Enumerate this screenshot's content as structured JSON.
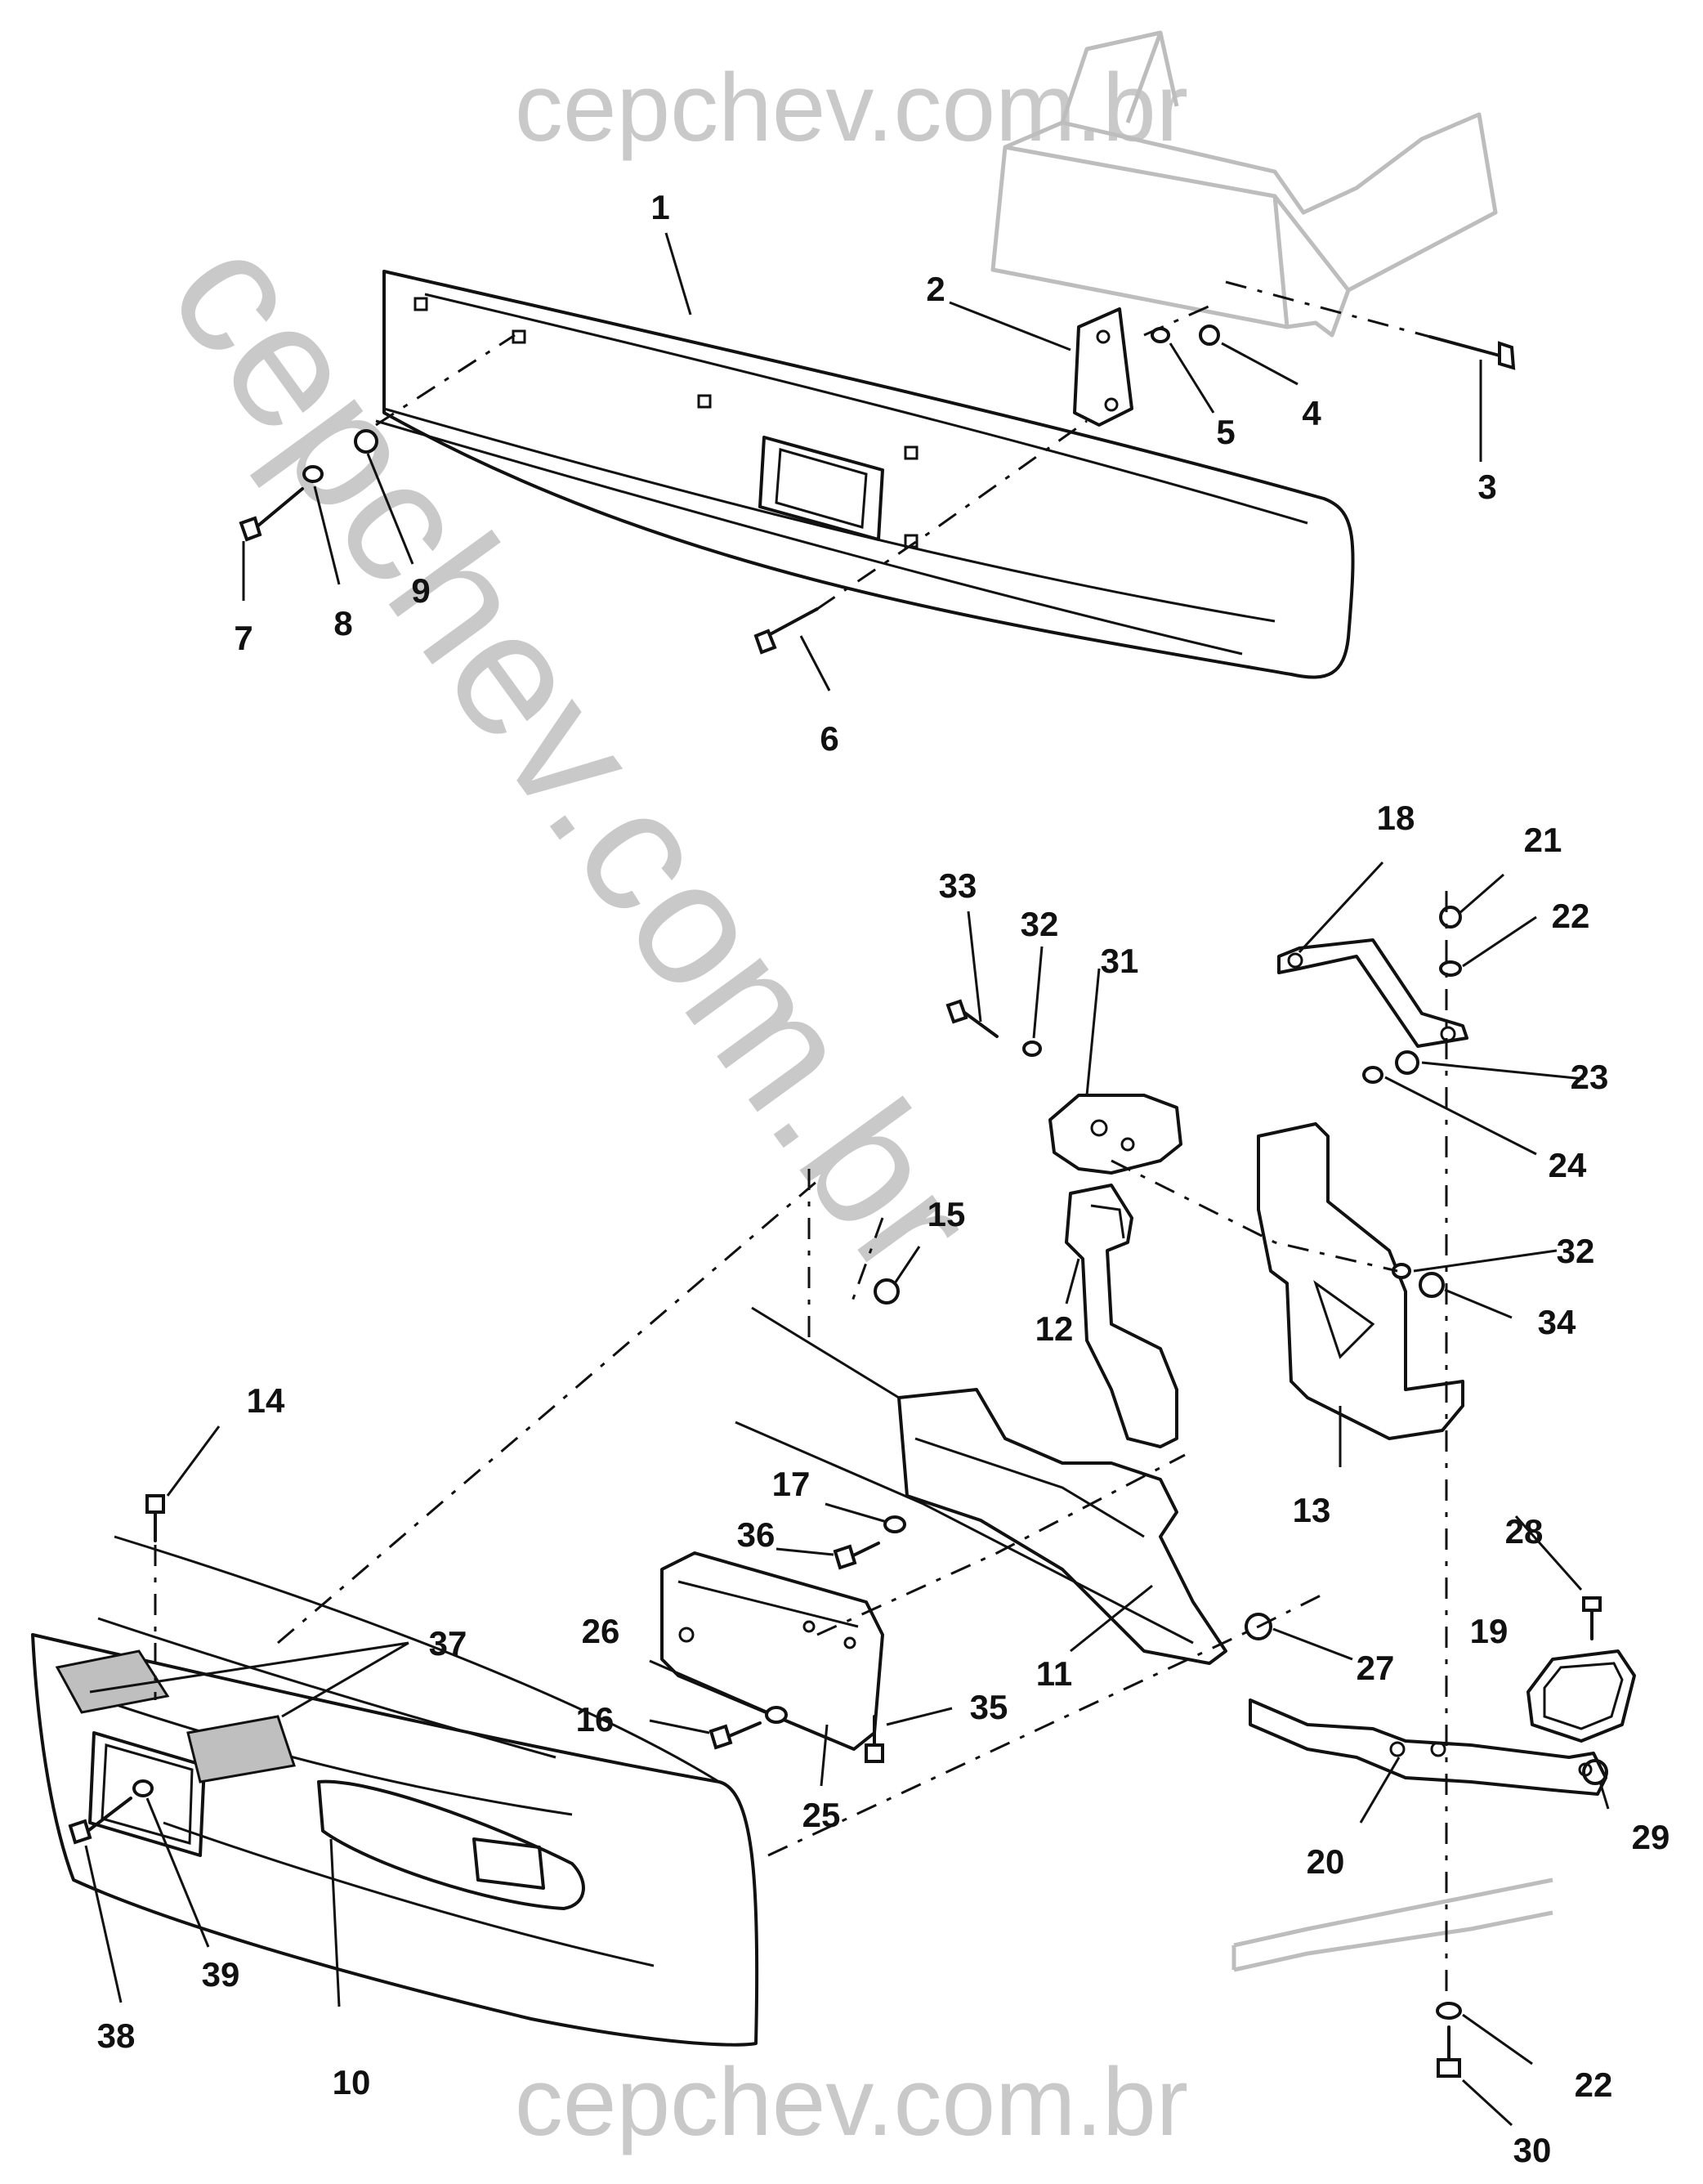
{
  "watermarks": {
    "top": "cepchev.com.br",
    "diagonal": "cepchev.com.br",
    "bottom": "cepchev.com.br"
  },
  "callouts": [
    {
      "id": "1",
      "label": "1"
    },
    {
      "id": "2",
      "label": "2"
    },
    {
      "id": "3",
      "label": "3"
    },
    {
      "id": "4",
      "label": "4"
    },
    {
      "id": "5",
      "label": "5"
    },
    {
      "id": "6",
      "label": "6"
    },
    {
      "id": "7",
      "label": "7"
    },
    {
      "id": "8",
      "label": "8"
    },
    {
      "id": "9",
      "label": "9"
    },
    {
      "id": "10",
      "label": "10"
    },
    {
      "id": "11",
      "label": "11"
    },
    {
      "id": "12",
      "label": "12"
    },
    {
      "id": "13",
      "label": "13"
    },
    {
      "id": "14",
      "label": "14"
    },
    {
      "id": "15",
      "label": "15"
    },
    {
      "id": "16",
      "label": "16"
    },
    {
      "id": "17",
      "label": "17"
    },
    {
      "id": "18",
      "label": "18"
    },
    {
      "id": "19",
      "label": "19"
    },
    {
      "id": "20",
      "label": "20"
    },
    {
      "id": "21",
      "label": "21"
    },
    {
      "id": "22a",
      "label": "22"
    },
    {
      "id": "22b",
      "label": "22"
    },
    {
      "id": "23",
      "label": "23"
    },
    {
      "id": "24",
      "label": "24"
    },
    {
      "id": "25",
      "label": "25"
    },
    {
      "id": "26",
      "label": "26"
    },
    {
      "id": "27",
      "label": "27"
    },
    {
      "id": "28",
      "label": "28"
    },
    {
      "id": "29",
      "label": "29"
    },
    {
      "id": "30",
      "label": "30"
    },
    {
      "id": "31",
      "label": "31"
    },
    {
      "id": "32a",
      "label": "32"
    },
    {
      "id": "32b",
      "label": "32"
    },
    {
      "id": "33",
      "label": "33"
    },
    {
      "id": "34",
      "label": "34"
    },
    {
      "id": "35",
      "label": "35"
    },
    {
      "id": "36",
      "label": "36"
    },
    {
      "id": "37",
      "label": "37"
    },
    {
      "id": "38",
      "label": "38"
    },
    {
      "id": "39",
      "label": "39"
    }
  ]
}
